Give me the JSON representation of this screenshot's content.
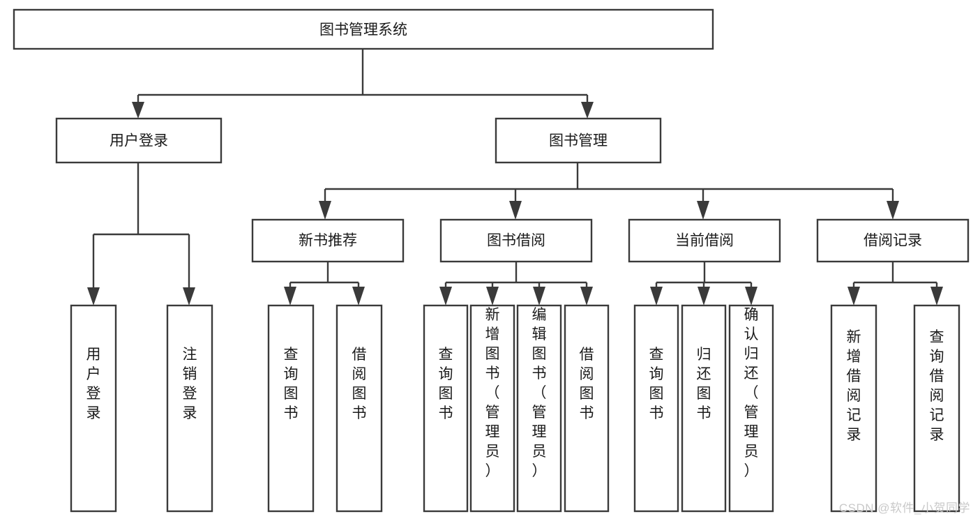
{
  "diagram": {
    "title": "图书管理系统",
    "type": "hierarchy-tree",
    "orientation": "top-down",
    "colors": {
      "box_border": "#3a3a3a",
      "box_fill": "#ffffff",
      "connector": "#3a3a3a",
      "text": "#1a1a1a",
      "background": "#ffffff",
      "watermark": "#c9c9c9"
    },
    "root": {
      "label": "图书管理系统"
    },
    "level2": [
      {
        "label": "用户登录"
      },
      {
        "label": "图书管理"
      }
    ],
    "level3": [
      {
        "label": "新书推荐"
      },
      {
        "label": "图书借阅"
      },
      {
        "label": "当前借阅"
      },
      {
        "label": "借阅记录"
      }
    ],
    "leaves": {
      "user_login": [
        {
          "label": "用户登录"
        },
        {
          "label": "注销登录"
        }
      ],
      "new_book_recommend": [
        {
          "label": "查询图书"
        },
        {
          "label": "借阅图书"
        }
      ],
      "book_borrow": [
        {
          "label": "查询图书"
        },
        {
          "label": "新增图书（管理员）"
        },
        {
          "label": "编辑图书（管理员）"
        },
        {
          "label": "借阅图书"
        }
      ],
      "current_borrow": [
        {
          "label": "查询图书"
        },
        {
          "label": "归还图书"
        },
        {
          "label": "确认归还（管理员）"
        }
      ],
      "borrow_records": [
        {
          "label": "新增借阅记录"
        },
        {
          "label": "查询借阅记录"
        }
      ]
    }
  },
  "watermark": {
    "text": "CSDN @软件_小贺同学"
  }
}
